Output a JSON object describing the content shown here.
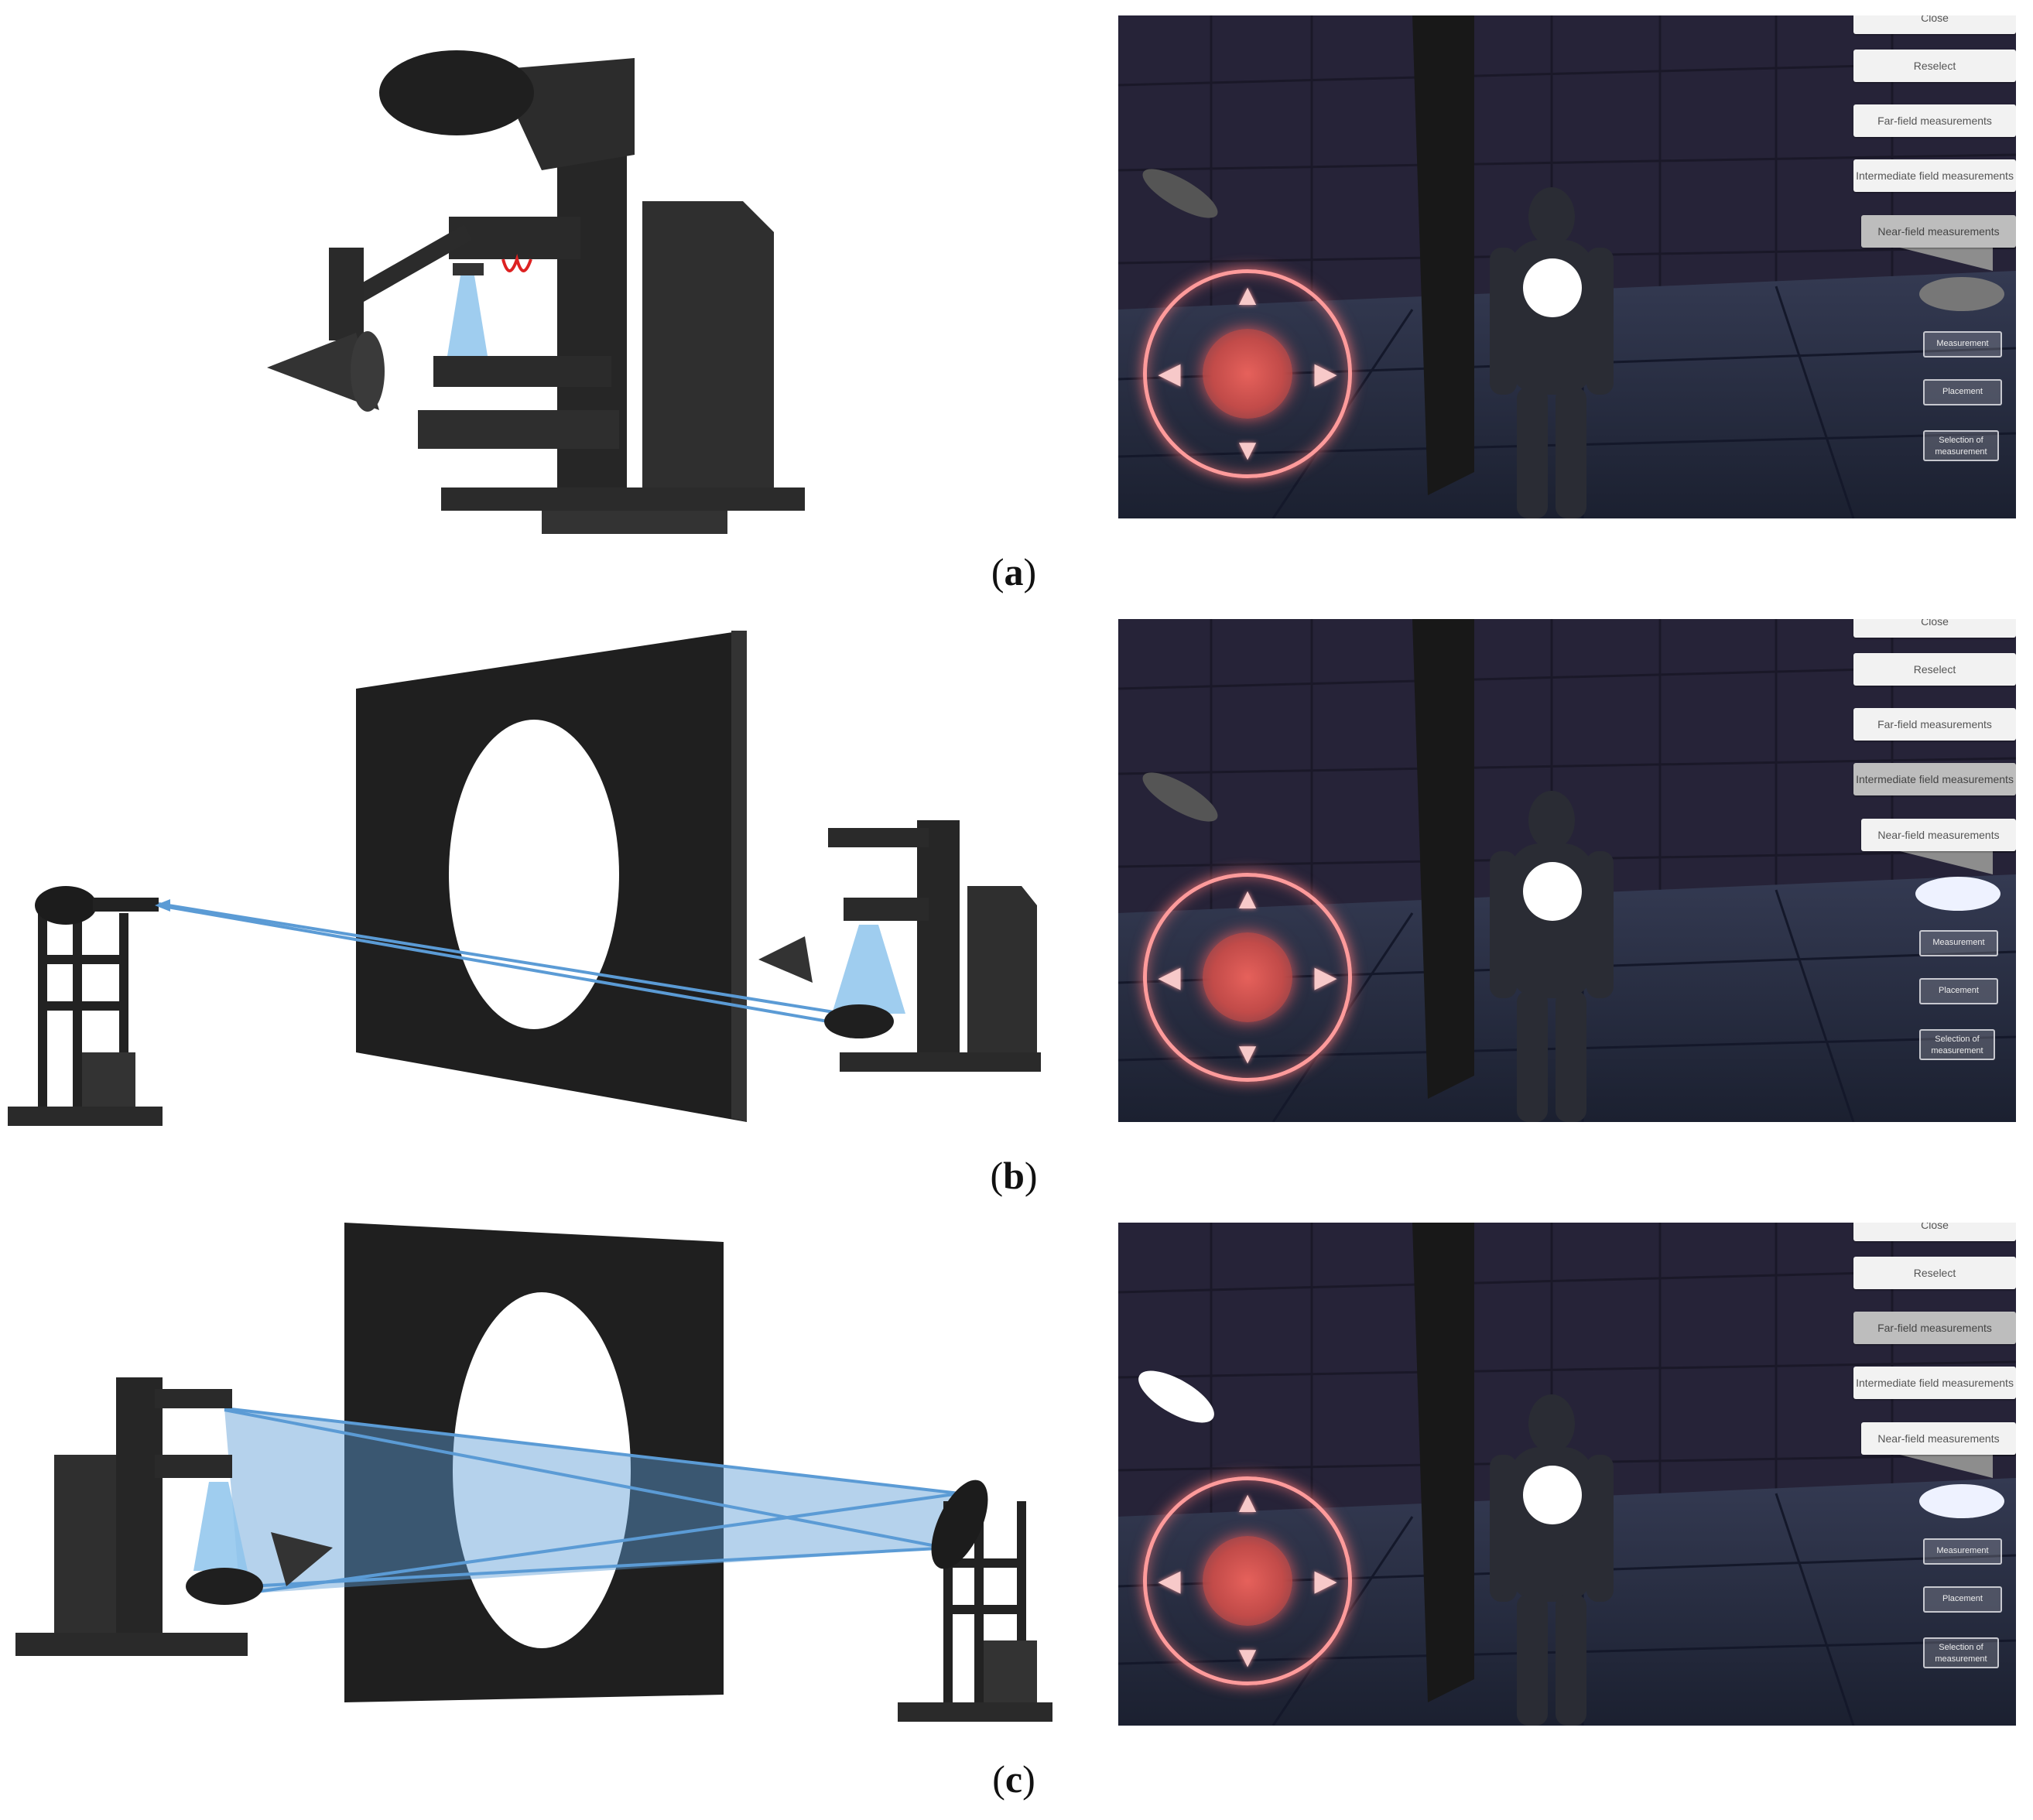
{
  "panels": [
    {
      "caption_open": "(",
      "caption_letter": "a",
      "caption_close": ")",
      "menu": {
        "close": "Close",
        "reselect": "Reselect",
        "far": "Far-field measurements",
        "intermediate": "Intermediate field measurements",
        "near": "Near-field measurements",
        "active": "near"
      },
      "controls": {
        "measurement": "Measurement",
        "placement": "Placement",
        "selection_line1": "Selection of",
        "selection_line2": "measurement"
      }
    },
    {
      "caption_open": "(",
      "caption_letter": "b",
      "caption_close": ")",
      "menu": {
        "close": "Close",
        "reselect": "Reselect",
        "far": "Far-field measurements",
        "intermediate": "Intermediate field measurements",
        "near": "Near-field measurements",
        "active": "intermediate"
      },
      "controls": {
        "measurement": "Measurement",
        "placement": "Placement",
        "selection_line1": "Selection of",
        "selection_line2": "measurement"
      }
    },
    {
      "caption_open": "(",
      "caption_letter": "c",
      "caption_close": ")",
      "menu": {
        "close": "Close",
        "reselect": "Reselect",
        "far": "Far-field measurements",
        "intermediate": "Intermediate field measurements",
        "near": "Near-field measurements",
        "active": "far"
      },
      "controls": {
        "measurement": "Measurement",
        "placement": "Placement",
        "selection_line1": "Selection of",
        "selection_line2": "measurement"
      }
    }
  ],
  "icons": {
    "joystick_up": "▲",
    "joystick_down": "▼",
    "joystick_left": "◀",
    "joystick_right": "▶"
  },
  "colors": {
    "joystick_ring": "#ff9b9b",
    "joystick_knob": "#d9534f",
    "beam": "#5b9bd5",
    "model_dark": "#2a2a2a",
    "scene_bg": "#242236"
  }
}
